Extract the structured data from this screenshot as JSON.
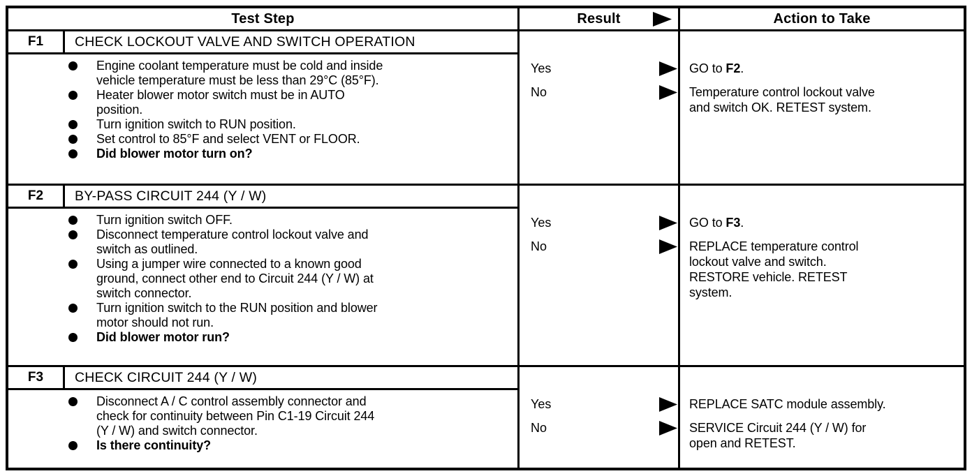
{
  "page": {
    "paper_color": "#ffffff",
    "ink_color": "#000000"
  },
  "icons": {
    "result_arrow": "filled right-pointing triangle",
    "bullet": "filled circle"
  },
  "table": {
    "headers": {
      "test_step": "Test Step",
      "result": "Result",
      "action": "Action to Take"
    },
    "sections": [
      {
        "id": "F1",
        "title": "CHECK LOCKOUT VALVE AND SWITCH OPERATION",
        "steps": [
          {
            "bold": false,
            "lines": [
              "Engine coolant temperature must be cold and inside",
              "vehicle temperature must be less than 29°C (85°F)."
            ]
          },
          {
            "bold": false,
            "lines": [
              "Heater blower motor switch must be in AUTO",
              "position."
            ]
          },
          {
            "bold": false,
            "lines": [
              "Turn ignition switch to RUN position."
            ]
          },
          {
            "bold": false,
            "lines": [
              "Set control to 85°F and select VENT or FLOOR."
            ]
          },
          {
            "bold": true,
            "lines": [
              "Did blower motor turn on?"
            ]
          }
        ],
        "outcomes": [
          {
            "result": "Yes",
            "action_lines": [
              "GO to **F2**."
            ]
          },
          {
            "result": "No",
            "action_lines": [
              "Temperature control lockout valve",
              "and switch OK. RETEST system."
            ]
          }
        ]
      },
      {
        "id": "F2",
        "title": "BY-PASS CIRCUIT 244 (Y / W)",
        "steps": [
          {
            "bold": false,
            "lines": [
              "Turn ignition switch OFF."
            ]
          },
          {
            "bold": false,
            "lines": [
              "Disconnect temperature control lockout valve and",
              "switch as outlined."
            ]
          },
          {
            "bold": false,
            "lines": [
              "Using a jumper wire connected to a known good",
              "ground, connect other end to Circuit 244 (Y / W) at",
              "switch connector."
            ]
          },
          {
            "bold": false,
            "lines": [
              "Turn ignition switch to the RUN position and blower",
              "motor should not run."
            ]
          },
          {
            "bold": true,
            "lines": [
              "Did blower motor run?"
            ]
          }
        ],
        "outcomes": [
          {
            "result": "Yes",
            "action_lines": [
              "GO to **F3**."
            ]
          },
          {
            "result": "No",
            "action_lines": [
              "REPLACE temperature control",
              "lockout valve and switch.",
              "RESTORE vehicle. RETEST",
              "system."
            ]
          }
        ]
      },
      {
        "id": "F3",
        "title": "CHECK CIRCUIT 244 (Y / W)",
        "steps": [
          {
            "bold": false,
            "lines": [
              "Disconnect A / C control assembly connector and",
              "check for continuity between Pin C1-19 Circuit 244",
              "(Y / W) and switch connector."
            ]
          },
          {
            "bold": true,
            "lines": [
              "Is there continuity?"
            ]
          }
        ],
        "outcomes": [
          {
            "result": "Yes",
            "action_lines": [
              "REPLACE SATC module assembly."
            ]
          },
          {
            "result": "No",
            "action_lines": [
              "SERVICE Circuit 244 (Y / W) for",
              "open and RETEST."
            ]
          }
        ]
      }
    ]
  }
}
